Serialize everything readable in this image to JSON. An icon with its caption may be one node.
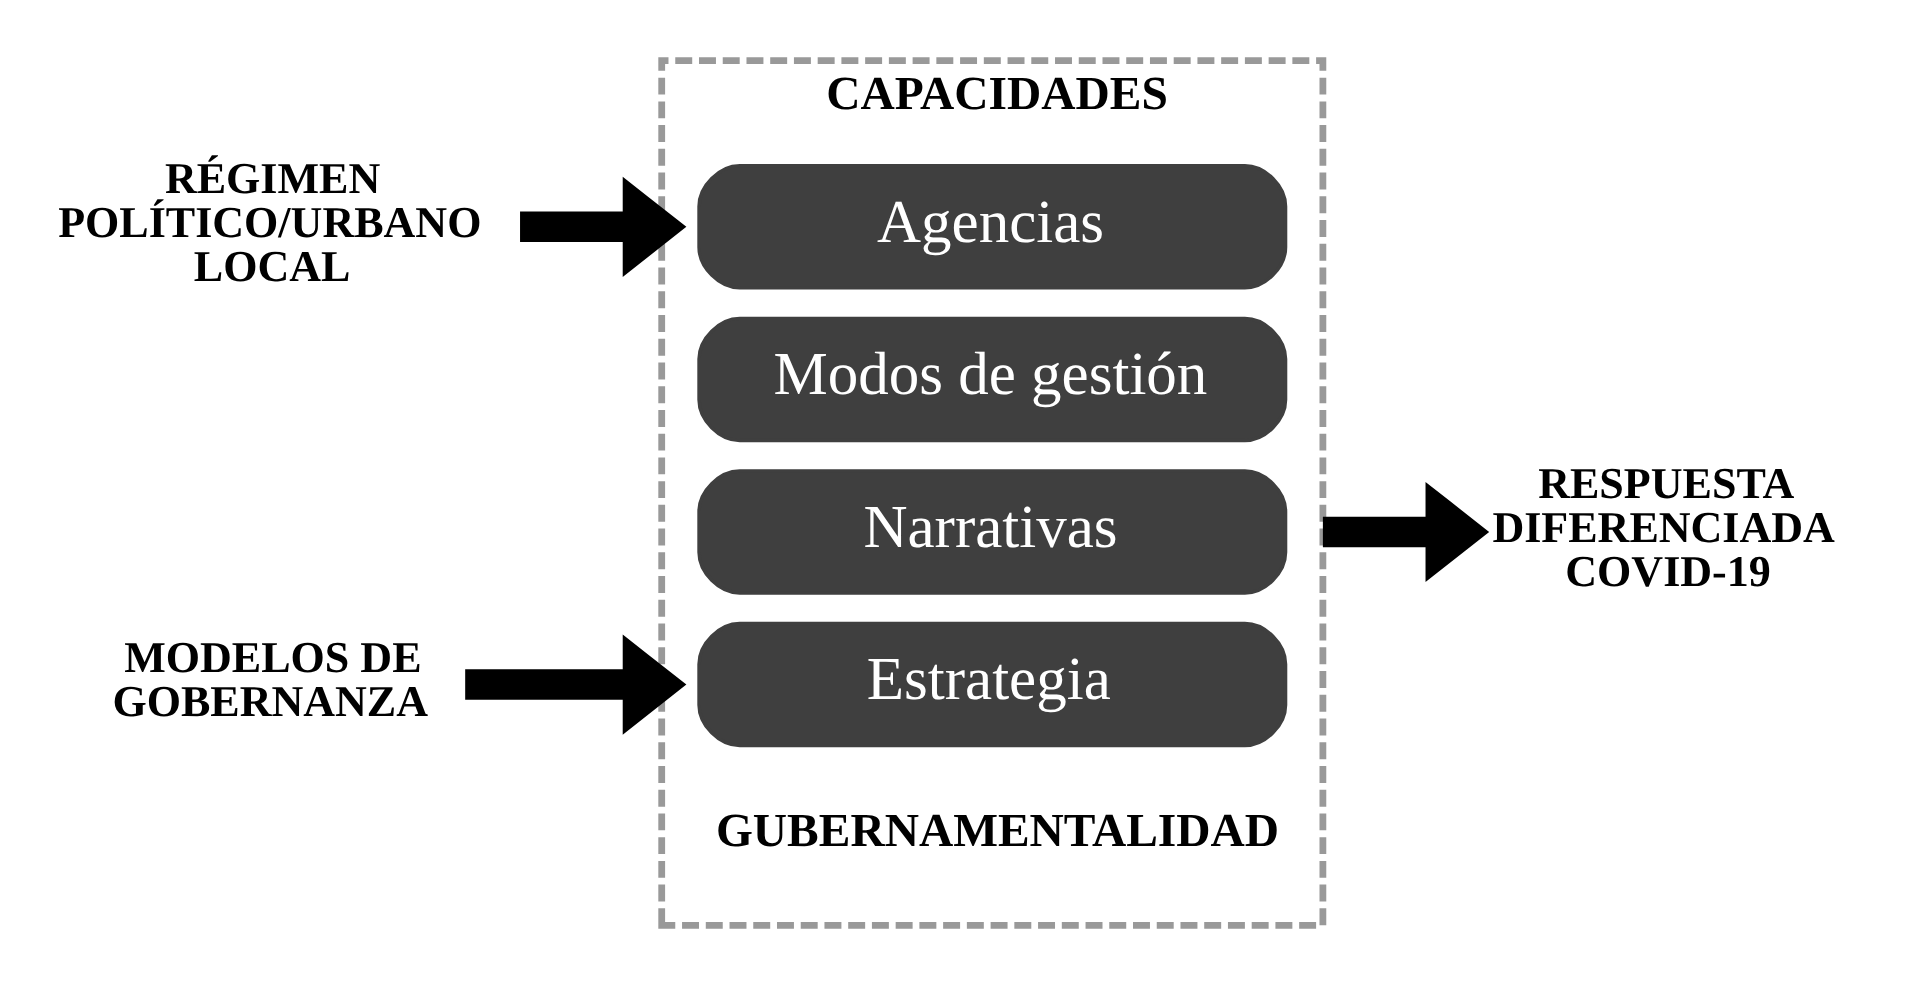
{
  "diagram": {
    "nodes": [
      {
        "text": [
          "CAPACIDADES",
          "GUBERNAMENTALIDAD"
        ]
      },
      {
        "text": [
          "Agencias"
        ],
        "in": 0
      },
      {
        "text": [
          "Modos de gestión"
        ],
        "in": 0
      },
      {
        "text": [
          "Narrativas"
        ],
        "in": 0
      },
      {
        "text": [
          "Estrategia"
        ],
        "in": 0
      },
      {
        "text": [
          "RÉGIMEN POLÍTICO/URBANO LOCAL"
        ]
      },
      {
        "text": [
          "MODELOS DE GOBERNANZA"
        ]
      },
      {
        "text": [
          "RESPUESTA DIFERENCIADA COVID-19"
        ]
      }
    ],
    "edges": [
      {
        "from": 5,
        "to": 0,
        "arrow": "to"
      },
      {
        "from": 6,
        "to": 0,
        "arrow": "to"
      },
      {
        "from": 0,
        "to": 7,
        "arrow": "to"
      }
    ]
  }
}
